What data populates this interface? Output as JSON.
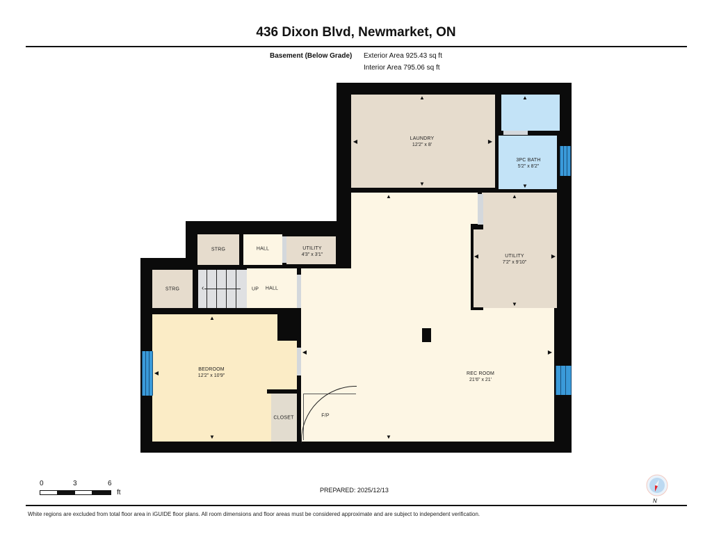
{
  "header": {
    "title": "436 Dixon Blvd, Newmarket, ON",
    "level": "Basement (Below Grade)",
    "exterior_area": "Exterior Area 925.43 sq ft",
    "interior_area": "Interior Area 795.06 sq ft"
  },
  "rooms": {
    "laundry": {
      "name": "LAUNDRY",
      "dims": "12'2\" x 8'"
    },
    "bath": {
      "name": "3PC BATH",
      "dims": "5'2\" x 8'2\""
    },
    "utility_small": {
      "name": "UTILITY",
      "dims": "4'3\" x 3'1\""
    },
    "utility_large": {
      "name": "UTILITY",
      "dims": "7'2\" x 9'10\""
    },
    "strg_top": {
      "name": "STRG"
    },
    "strg_left": {
      "name": "STRG"
    },
    "hall_top": {
      "name": "HALL"
    },
    "hall_lower": {
      "name": "HALL"
    },
    "stairs": {
      "label": "UP"
    },
    "bedroom": {
      "name": "BEDROOM",
      "dims": "12'2\" x 10'9\""
    },
    "closet": {
      "name": "CLOSET"
    },
    "rec_room": {
      "name": "REC ROOM",
      "dims": "21'6\" x 21'"
    },
    "fp": {
      "name": "F/P"
    }
  },
  "colors": {
    "wall": "#0b0b0b",
    "beige_room": "#e6dccd",
    "cream_room": "#fdf6e4",
    "bedroom": "#fbecc6",
    "bath": "#c3e3f7",
    "window": "#3a9ad9"
  },
  "footer": {
    "scale_ticks": [
      "0",
      "3",
      "6"
    ],
    "scale_unit": "ft",
    "prepared": "PREPARED: 2025/12/13",
    "compass_label": "N",
    "disclaimer": "White regions are excluded from total floor area in iGUIDE floor plans. All room dimensions and floor areas must be considered approximate and are subject to independent verification."
  }
}
